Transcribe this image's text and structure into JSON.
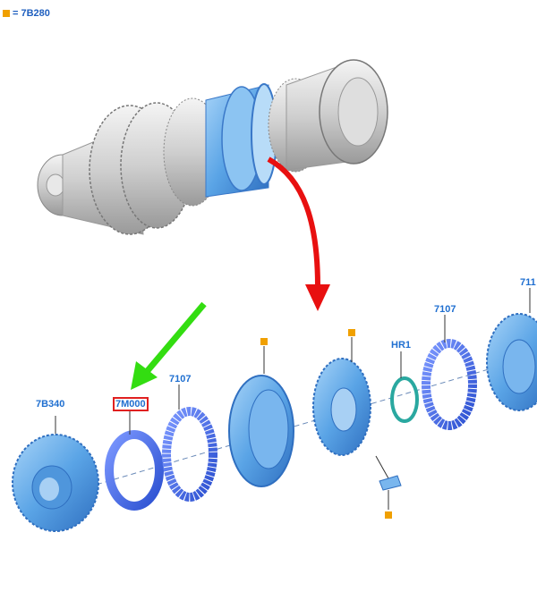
{
  "legend": {
    "marker_color": "#f0a000",
    "text": "= 7B280"
  },
  "labels": {
    "p7B340": "7B340",
    "p7M000": "7M000",
    "p7107_left": "7107",
    "pHR1": "HR1",
    "p7107_right": "7107",
    "p711": "711"
  },
  "colors": {
    "part_blue": "#4a9ae0",
    "part_dark_blue": "#2f5fd0",
    "teal_ring": "#2aa8a0",
    "highlight_box": "#e02020",
    "arrow_red": "#e81010",
    "arrow_green": "#33dd11",
    "label_blue": "#1f6fd0"
  }
}
